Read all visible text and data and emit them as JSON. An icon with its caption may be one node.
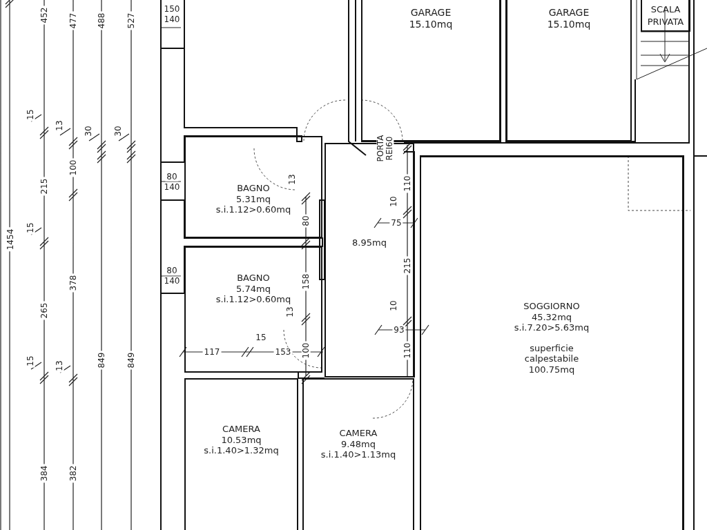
{
  "diagram": {
    "nodes": [
      {
        "text": [
          "GARAGE",
          "15.10mq"
        ]
      },
      {
        "text": [
          "GARAGE",
          "15.10mq"
        ]
      },
      {
        "text": [
          "SCALA",
          "PRIVATA"
        ]
      },
      {
        "text": [
          "BAGNO",
          "5.31mq",
          "s.i.1.12>0.60mq"
        ]
      },
      {
        "text": [
          "8.95mq"
        ]
      },
      {
        "text": [
          "BAGNO",
          "5.74mq",
          "s.i.1.12>0.60mq"
        ]
      },
      {
        "text": [
          "SOGGIORNO",
          "45.32mq",
          "s.i.7.20>5.63mq",
          "superficie calpestabile 100.75mq"
        ]
      },
      {
        "text": [
          "CAMERA",
          "10.53mq",
          "s.i.1.40>1.32mq"
        ]
      },
      {
        "text": [
          "CAMERA",
          "9.48mq",
          "s.i.1.40>1.13mq"
        ]
      }
    ],
    "labels": [
      "452",
      "477",
      "488",
      "527",
      "150",
      "140",
      "15",
      "13",
      "30",
      "30",
      "PORTA REI60",
      "100",
      "215",
      "80",
      "140",
      "13",
      "110",
      "10",
      "75",
      "80",
      "1454",
      "15",
      "378",
      "265",
      "80",
      "140",
      "158",
      "215",
      "13",
      "10",
      "93",
      "15",
      "117",
      "153",
      "100",
      "110",
      "849",
      "849",
      "15",
      "13",
      "384",
      "382"
    ]
  }
}
